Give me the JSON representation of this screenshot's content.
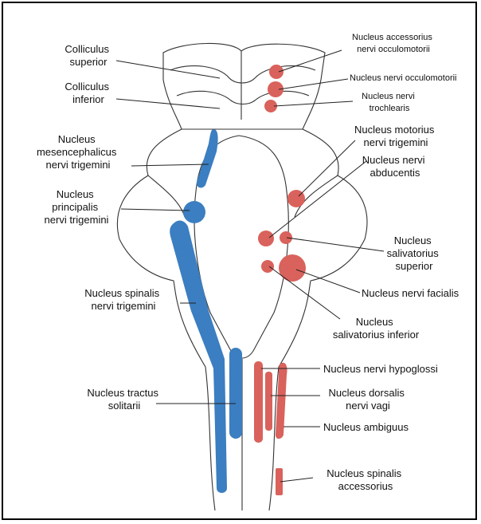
{
  "colors": {
    "sensory_blue": "#3b7ec1",
    "motor_red": "#d9625c",
    "outline": "#333333",
    "leader": "#222222"
  },
  "labels": {
    "colliculus_superior": [
      "Colliculus",
      "superior"
    ],
    "colliculus_inferior": [
      "Colliculus",
      "inferior"
    ],
    "mesencephalicus": [
      "Nucleus",
      "mesencephalicus",
      "nervi trigemini"
    ],
    "principalis": [
      "Nucleus",
      "principalis",
      "nervi trigemini"
    ],
    "spinalis_trigemini": [
      "Nucleus spinalis",
      "nervi trigemini"
    ],
    "tractus_solitarii": [
      "Nucleus tractus",
      "solitarii"
    ],
    "accessorius_occulomotorii": [
      "Nucleus accessorius",
      "nervi occulomotorii"
    ],
    "occulomotorii": [
      "Nucleus nervi occulomotorii"
    ],
    "trochlearis": [
      "Nucleus nervi",
      "trochlearis"
    ],
    "motorius_trigemini": [
      "Nucleus motorius",
      "nervi trigemini"
    ],
    "abducentis": [
      "Nucleus nervi",
      "abducentis"
    ],
    "salivatorius_superior": [
      "Nucleus",
      "salivatorius",
      "superior"
    ],
    "facialis": [
      "Nucleus nervi facialis"
    ],
    "salivatorius_inferior": [
      "Nucleus",
      "salivatorius inferior"
    ],
    "hypoglossi": [
      "Nucleus nervi hypoglossi"
    ],
    "dorsalis_vagi": [
      "Nucleus dorsalis",
      "nervi vagi"
    ],
    "ambiguus": [
      "Nucleus ambiguus"
    ],
    "spinalis_accessorius": [
      "Nucleus spinalis",
      "accessorius"
    ]
  }
}
